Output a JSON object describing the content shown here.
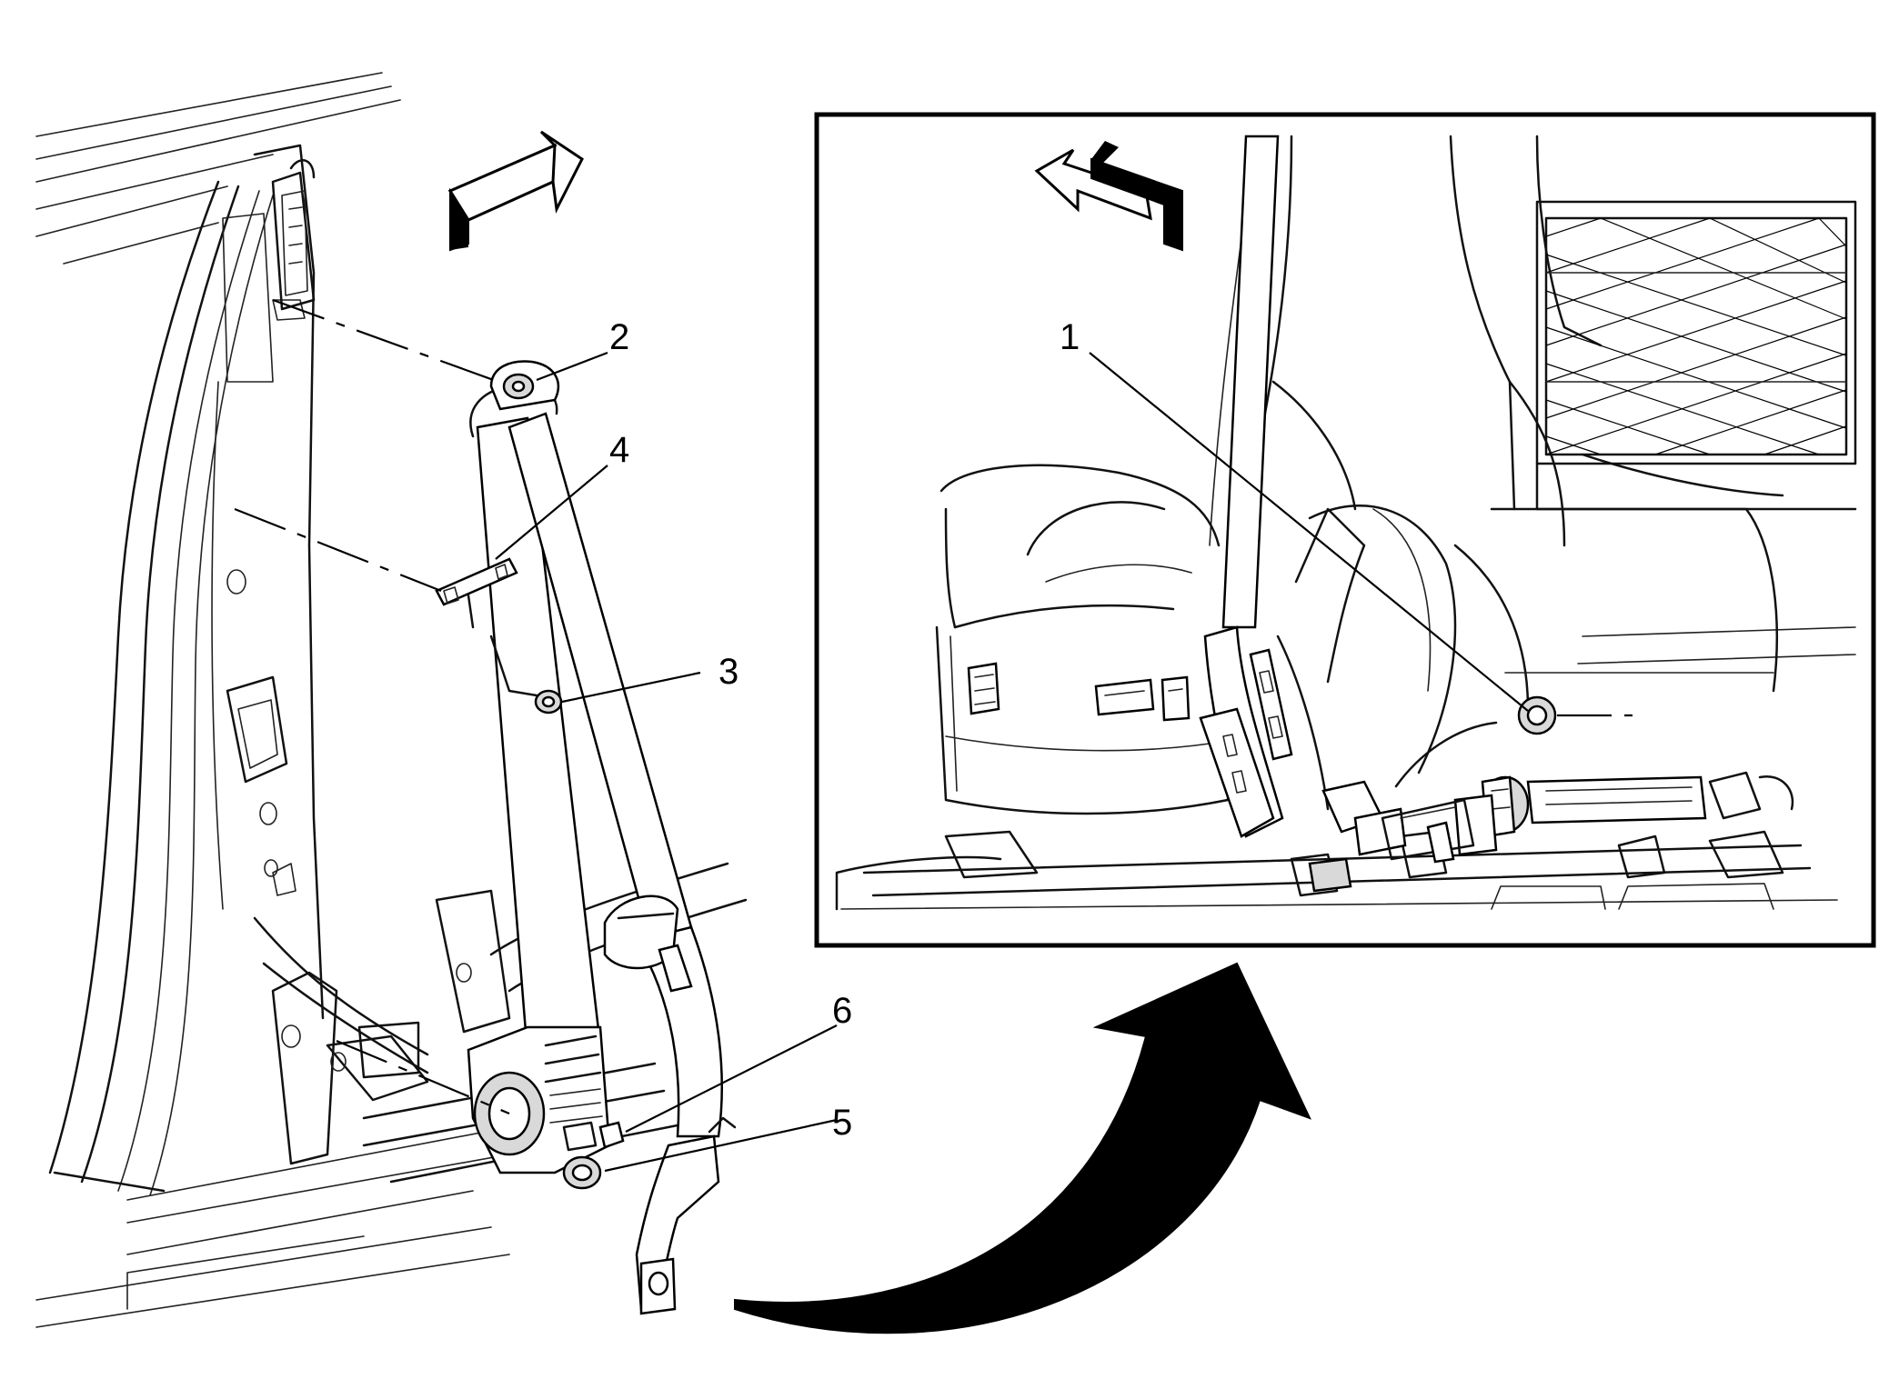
{
  "diagram": {
    "callouts": {
      "c1": "1",
      "c2": "2",
      "c3": "3",
      "c4": "4",
      "c5": "5",
      "c6": "6"
    },
    "colors": {
      "line": "#000000",
      "background": "#ffffff",
      "arrow_fill": "#000000"
    },
    "icons": {
      "direction_arrow_left_view": "direction-arrow-icon",
      "direction_arrow_detail_view": "direction-arrow-icon",
      "curved_transition_arrow": "curved-arrow-icon"
    }
  }
}
